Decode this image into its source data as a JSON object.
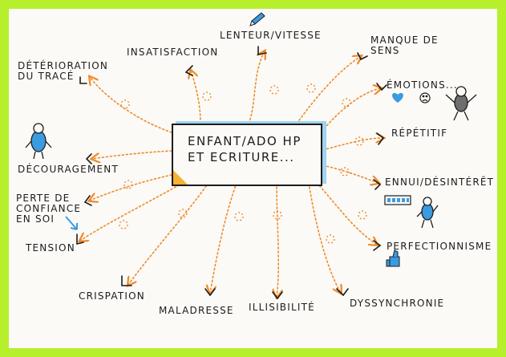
{
  "center": {
    "label": "ENFANT/ADO HP\nET ECRITURE..."
  },
  "branches": [
    {
      "id": "deterioration",
      "label": "DÉTÉRIORATION\nDU TRACÉ"
    },
    {
      "id": "insatisfaction",
      "label": "INSATISFACTION"
    },
    {
      "id": "lenteur",
      "label": "LENTEUR/VITESSE"
    },
    {
      "id": "manque-sens",
      "label": "MANQUE DE\nSENS"
    },
    {
      "id": "emotions",
      "label": "ÉMOTIONS..."
    },
    {
      "id": "repetitif",
      "label": "RÉPÉTITIF"
    },
    {
      "id": "ennui",
      "label": "ENNUI/DÉSINTÉRÊT"
    },
    {
      "id": "perfectionnisme",
      "label": "PERFECTIONNISME"
    },
    {
      "id": "dyssynchronie",
      "label": "DYSSYNCHRONIE"
    },
    {
      "id": "illisibilite",
      "label": "ILLISIBILITÉ"
    },
    {
      "id": "maladresse",
      "label": "MALADRESSE"
    },
    {
      "id": "crispation",
      "label": "CRISPATION"
    },
    {
      "id": "tension",
      "label": "TENSION"
    },
    {
      "id": "perte-confiance",
      "label": "PERTE DE\nCONFIANCE\nEN SOI"
    },
    {
      "id": "decouragement",
      "label": "DÉCOURAGEMENT"
    }
  ],
  "colors": {
    "frame": "#b6ef2c",
    "arrow": "#f08a2a",
    "ink": "#1c1c1c",
    "accent_blue": "#3a9be0",
    "center_shadow": "#9fd3f0",
    "corner": "#f5b336"
  },
  "icons": [
    "pencil-icon",
    "heart-icon",
    "sad-face-icon",
    "thumbs-up-icon",
    "stick-figure-icon",
    "keyboard-icon"
  ]
}
